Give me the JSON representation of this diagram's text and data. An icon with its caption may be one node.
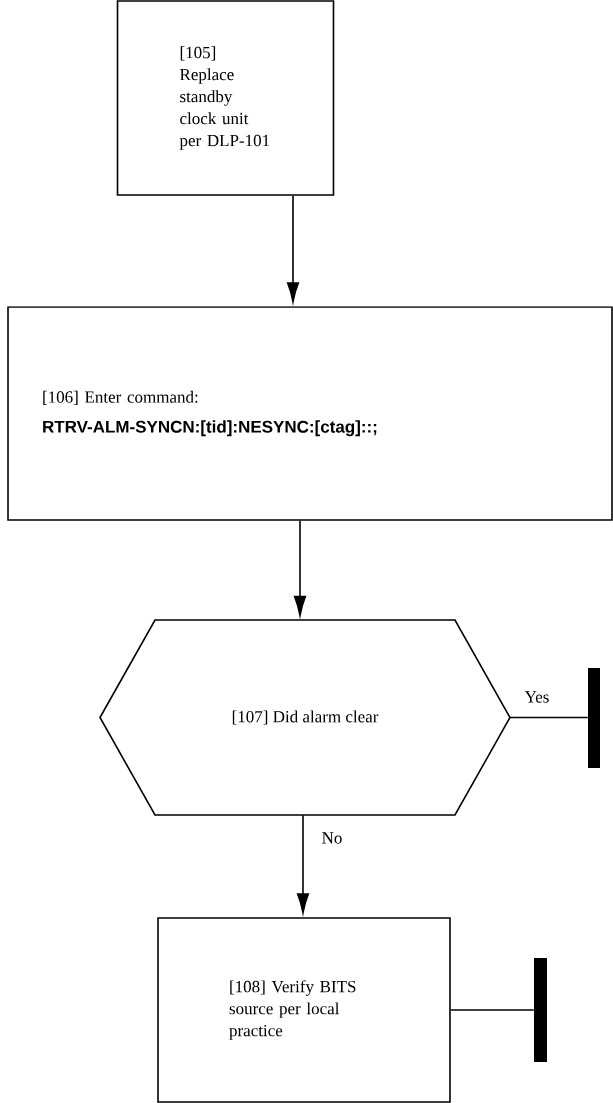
{
  "diagram": {
    "nodes": [
      {
        "text": [
          "[105] Replace standby clock unit per DLP-101"
        ]
      },
      {
        "text": [
          "[106] Enter command:",
          "RTRV-ALM-SYNCN:[tid]:NESYNC:[ctag]::;"
        ]
      },
      {
        "text": [
          "[107] Did alarm clear"
        ]
      },
      {
        "text": [],
        "shape": "bar"
      },
      {
        "text": [
          "[108] Verify BITS source per local practice"
        ]
      },
      {
        "text": [],
        "shape": "bar"
      }
    ],
    "edges": [
      {
        "from": 0,
        "to": 1,
        "arrow": "to"
      },
      {
        "from": 1,
        "to": 2,
        "arrow": "to"
      },
      {
        "from": 2,
        "to": 3,
        "arrow": "none",
        "label": "Yes"
      },
      {
        "from": 2,
        "to": 4,
        "arrow": "to",
        "label": "No"
      },
      {
        "from": 4,
        "to": 5,
        "arrow": "none"
      }
    ]
  }
}
